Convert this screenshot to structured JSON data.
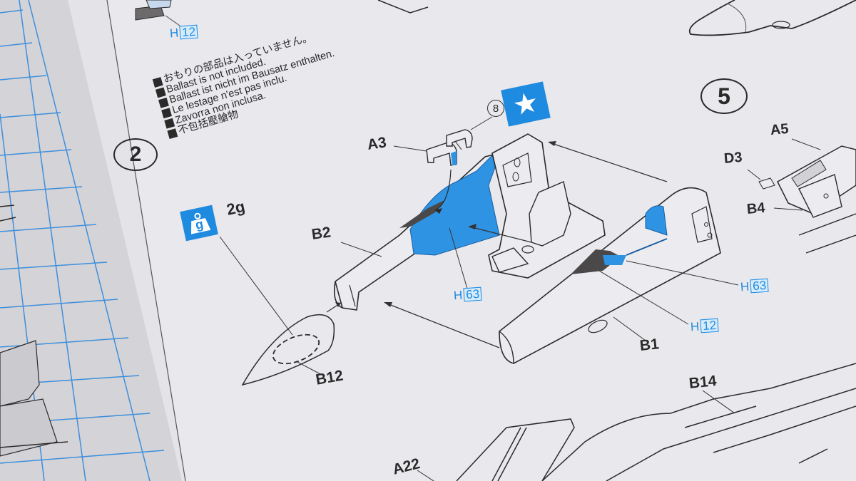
{
  "document": {
    "type": "model kit assembly instructions",
    "colors": {
      "paint_blue": "#1e8ae0",
      "ink": "#2a2a2a",
      "paper": "#e8e7ec",
      "grid_line": "#3d8fdc"
    }
  },
  "top_left": {
    "paint_callout": {
      "prefix": "H",
      "code": "12"
    }
  },
  "step2": {
    "number": "2",
    "notes": [
      "おもりの部品は入っていません。",
      "Ballast is not included.",
      "Ballast ist nicht im Bausatz enthalten.",
      "Le lestage n'est pas inclu.",
      "Zavorra non inclusa.",
      "不包括壓艙物"
    ],
    "ballast": {
      "icon": "weight-icon",
      "icon_glyph": "g",
      "amount": "2g"
    },
    "sub_step_marker": "8",
    "badge": {
      "icon": "star-icon",
      "glyph": "★"
    },
    "parts": {
      "A3": "A3",
      "B2": "B2",
      "B1": "B1",
      "B12": "B12"
    },
    "paint_callouts": [
      {
        "id": "cockpit-side",
        "prefix": "H",
        "code": "63"
      },
      {
        "id": "rear-side",
        "prefix": "H",
        "code": "63"
      },
      {
        "id": "rear-dark",
        "prefix": "H",
        "code": "12"
      }
    ]
  },
  "step5": {
    "number": "5",
    "parts": {
      "A5": "A5",
      "D3": "D3",
      "B4": "B4"
    }
  },
  "bottom": {
    "parts": {
      "B14": "B14",
      "A22": "A22"
    }
  }
}
